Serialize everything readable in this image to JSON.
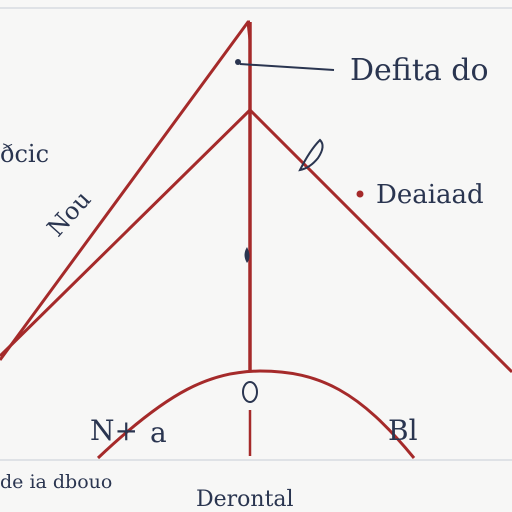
{
  "diagram": {
    "labels": {
      "top_right": "Defita do",
      "left_upper": "ðcic",
      "left_diagonal": "Nou",
      "right_middle": "Deaiaad",
      "bottom_left_small": "N+",
      "bottom_center_left": "a",
      "bottom_right_small": "Bl",
      "axis_left": "de ia dbouo",
      "axis_bottom": "Derontal"
    },
    "colors": {
      "accent": "#a52a2a",
      "ink": "#2a3550",
      "grid": "#d7dbe1",
      "background": "#f7f7f6"
    }
  }
}
